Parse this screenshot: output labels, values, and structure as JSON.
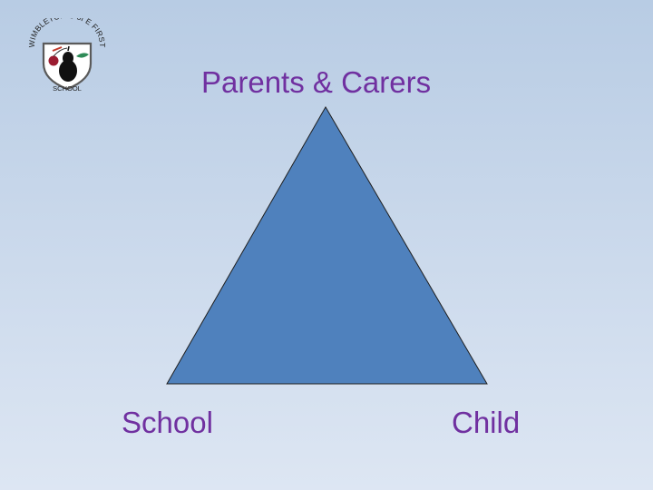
{
  "logo": {
    "arc_text": "WIMBLETON C of E FIRST",
    "bottom_text": "SCHOOL"
  },
  "diagram": {
    "top_label": "Parents & Carers",
    "left_label": "School",
    "right_label": "Child"
  },
  "colors": {
    "background_top": "#b8cce4",
    "background_bottom": "#dde6f3",
    "triangle_fill": "#4f81bd",
    "triangle_stroke": "#1f1f1f",
    "label_text": "#7030a0",
    "logo_shield_stroke": "#5a5a5a",
    "logo_pear": "#111111",
    "logo_cherry": "#9b1c31",
    "logo_leaf": "#2e8b57"
  },
  "icons": [
    "school-crest-icon",
    "pear-icon",
    "cherry-icon",
    "leaf-icon"
  ]
}
